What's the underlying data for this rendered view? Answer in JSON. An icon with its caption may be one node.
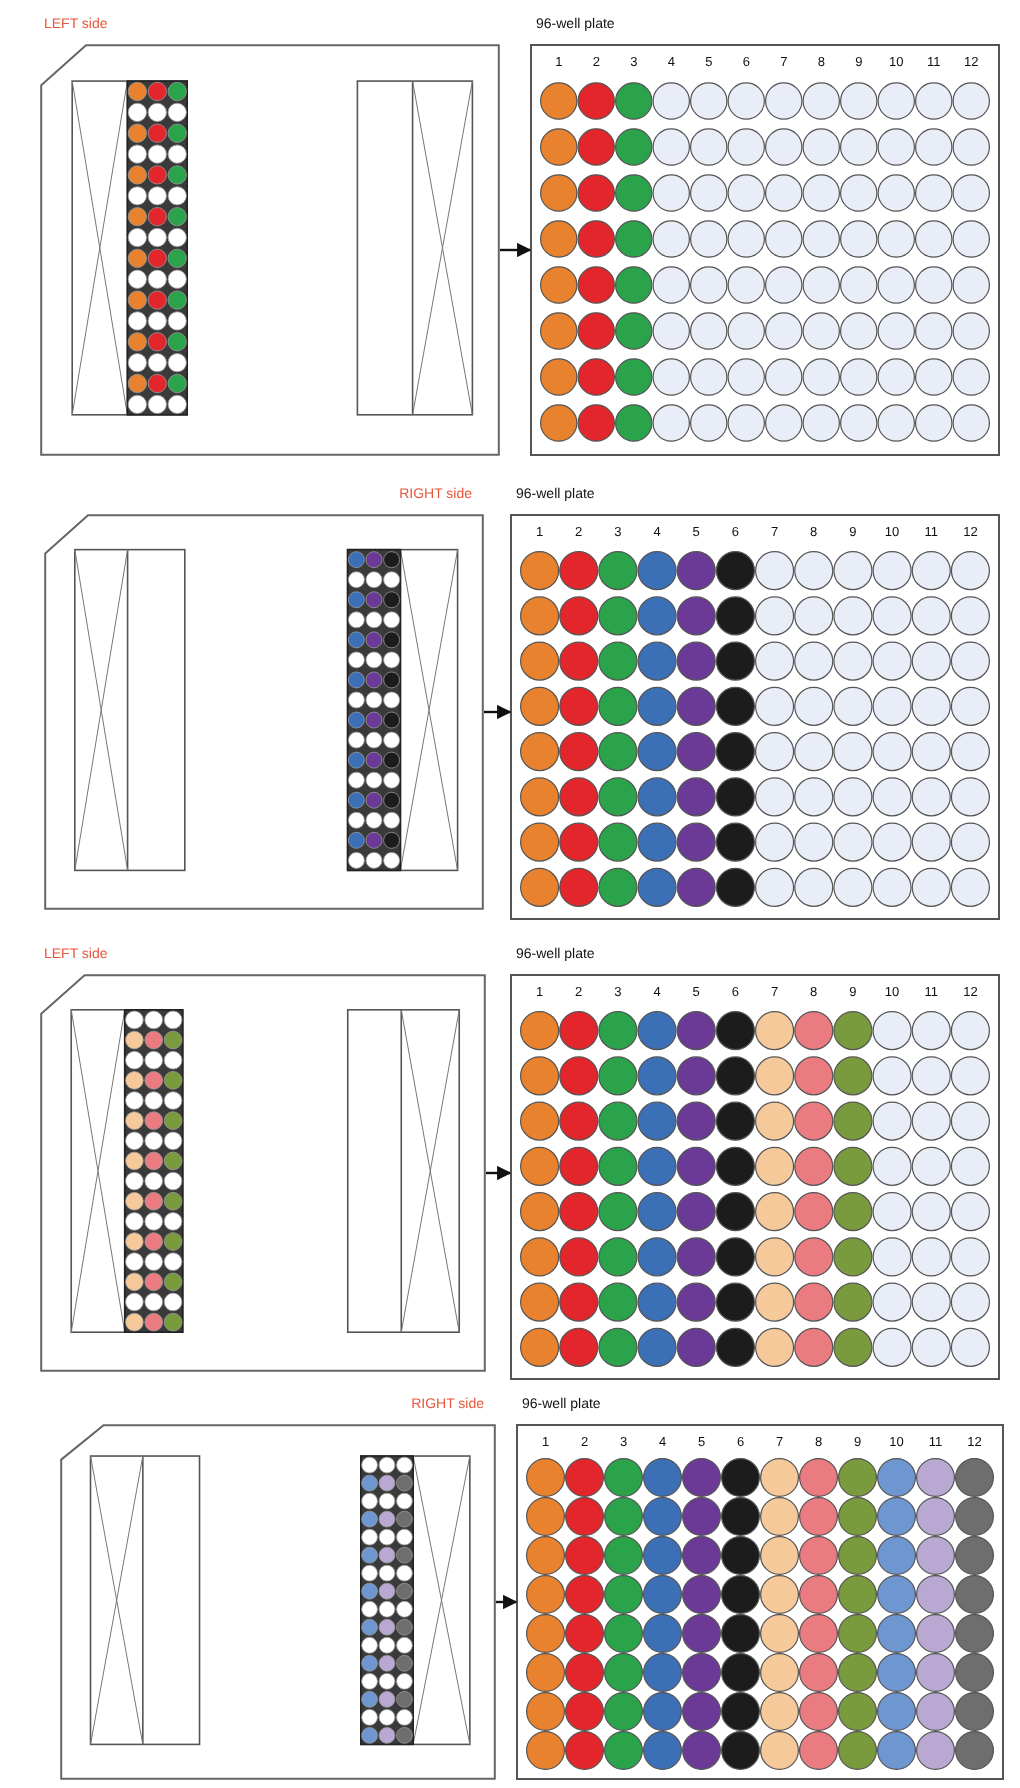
{
  "diagram": {
    "nodes": [
      {
        "text": [
          "LEFT side"
        ]
      },
      {
        "text": [
          "96-well plate",
          "1",
          "2",
          "3",
          "4",
          "5",
          "6",
          "7",
          "8",
          "9",
          "10",
          "11",
          "12"
        ]
      },
      {
        "text": [
          "RIGHT side"
        ]
      },
      {
        "text": [
          "96-well plate",
          "1",
          "2",
          "3",
          "4",
          "5",
          "6",
          "7",
          "8",
          "9",
          "10",
          "11",
          "12"
        ]
      },
      {
        "text": [
          "LEFT side"
        ]
      },
      {
        "text": [
          "96-well plate",
          "1",
          "2",
          "3",
          "4",
          "5",
          "6",
          "7",
          "8",
          "9",
          "10",
          "11",
          "12"
        ]
      },
      {
        "text": [
          "RIGHT side"
        ]
      },
      {
        "text": [
          "96-well plate",
          "1",
          "2",
          "3",
          "4",
          "5",
          "6",
          "7",
          "8",
          "9",
          "10",
          "11",
          "12"
        ]
      }
    ],
    "edges": [
      {
        "from": 0,
        "to": 1,
        "arrow": "to"
      },
      {
        "from": 2,
        "to": 3,
        "arrow": "to"
      },
      {
        "from": 4,
        "to": 5,
        "arrow": "to"
      },
      {
        "from": 6,
        "to": 7,
        "arrow": "to"
      }
    ]
  }
}
